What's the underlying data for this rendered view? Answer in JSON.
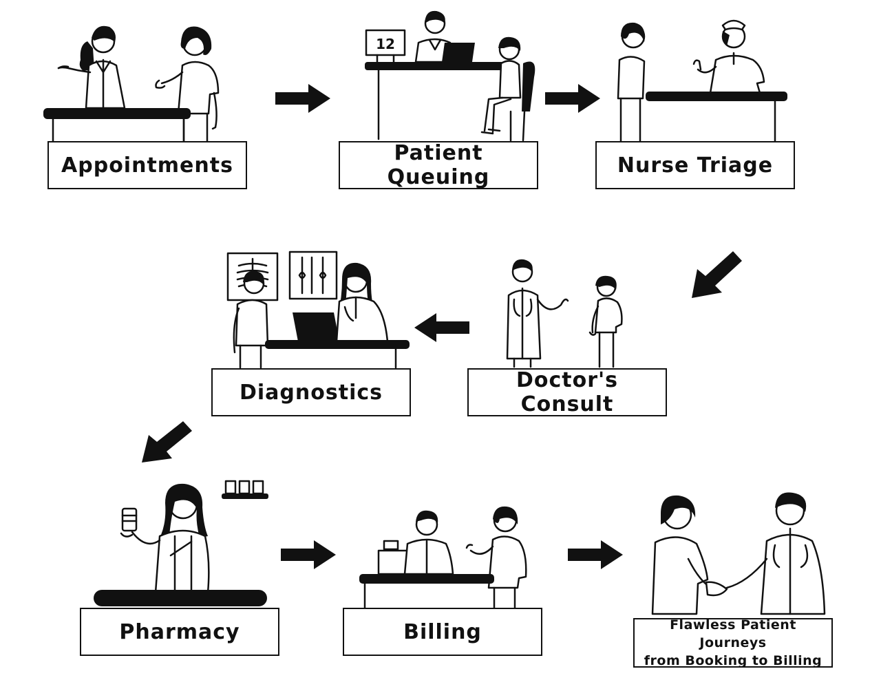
{
  "steps": [
    {
      "id": "appointments",
      "label": "Appointments"
    },
    {
      "id": "patient-queuing",
      "label": "Patient Queuing",
      "queue_number": "12"
    },
    {
      "id": "nurse-triage",
      "label": "Nurse Triage"
    },
    {
      "id": "doctors-consult",
      "label": "Doctor's Consult"
    },
    {
      "id": "diagnostics",
      "label": "Diagnostics"
    },
    {
      "id": "pharmacy",
      "label": "Pharmacy"
    },
    {
      "id": "billing",
      "label": "Billing"
    }
  ],
  "final": {
    "line1": "Flawless Patient Journeys",
    "line2": "from Booking to Billing"
  },
  "colors": {
    "ink": "#111111",
    "paper": "#ffffff"
  }
}
